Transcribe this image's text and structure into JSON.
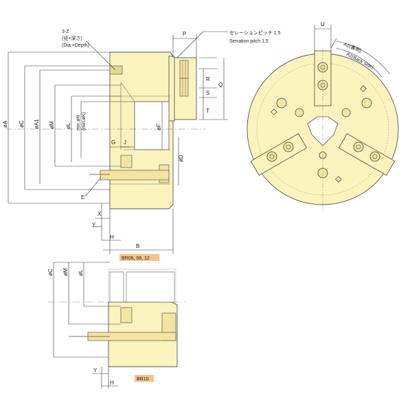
{
  "callouts": {
    "tap": [
      "3-Z",
      "(径×深さ)",
      "(Dia.×Depth)"
    ],
    "serration_jp": "セレーションピッチ 1.5",
    "serration_en": "Serration pitch 1.5"
  },
  "dims": {
    "A": "øA",
    "C": "øC",
    "A1": "øA1",
    "M": "øM",
    "L": "øL",
    "N": "min.øN",
    "K": "(min.øK)",
    "F": "øF",
    "D": "øD",
    "G": "G",
    "J": "J",
    "E": "E",
    "X": "X",
    "Y": "Y",
    "H": "H",
    "B": "B",
    "P": "P",
    "R": "R",
    "S": "S",
    "Q": "Q",
    "T": "T",
    "U": "U",
    "A2_jp": "A2(裏側)",
    "A2_en": "A2(Back side)"
  },
  "badges": {
    "top": "BR06, 08, 12",
    "bottom": "BR10"
  },
  "colors": {
    "body": "#fbf3bd",
    "badge": "#f6c48a",
    "line": "#444444"
  }
}
